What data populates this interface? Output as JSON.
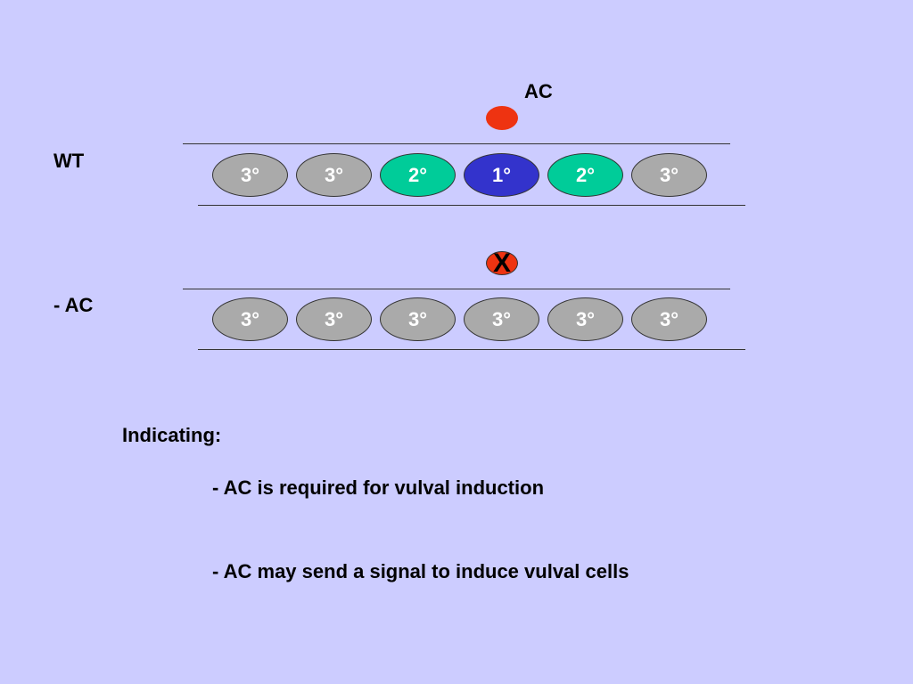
{
  "wt_row": {
    "label": "WT",
    "ac_label": "AC",
    "cells": [
      {
        "text": "3°",
        "color": "#aaaaaa"
      },
      {
        "text": "3°",
        "color": "#aaaaaa"
      },
      {
        "text": "2°",
        "color": "#00cc99"
      },
      {
        "text": "1°",
        "color": "#3333cc"
      },
      {
        "text": "2°",
        "color": "#00cc99"
      },
      {
        "text": "3°",
        "color": "#aaaaaa"
      }
    ]
  },
  "ablated_row": {
    "label": "- AC",
    "ablation_mark": "X",
    "cells": [
      {
        "text": "3°",
        "color": "#aaaaaa"
      },
      {
        "text": "3°",
        "color": "#aaaaaa"
      },
      {
        "text": "3°",
        "color": "#aaaaaa"
      },
      {
        "text": "3°",
        "color": "#aaaaaa"
      },
      {
        "text": "3°",
        "color": "#aaaaaa"
      },
      {
        "text": "3°",
        "color": "#aaaaaa"
      }
    ]
  },
  "conclusion": {
    "heading": "Indicating:",
    "points": [
      "- AC is required for vulval induction",
      "- AC may send a signal to induce vulval cells"
    ]
  }
}
